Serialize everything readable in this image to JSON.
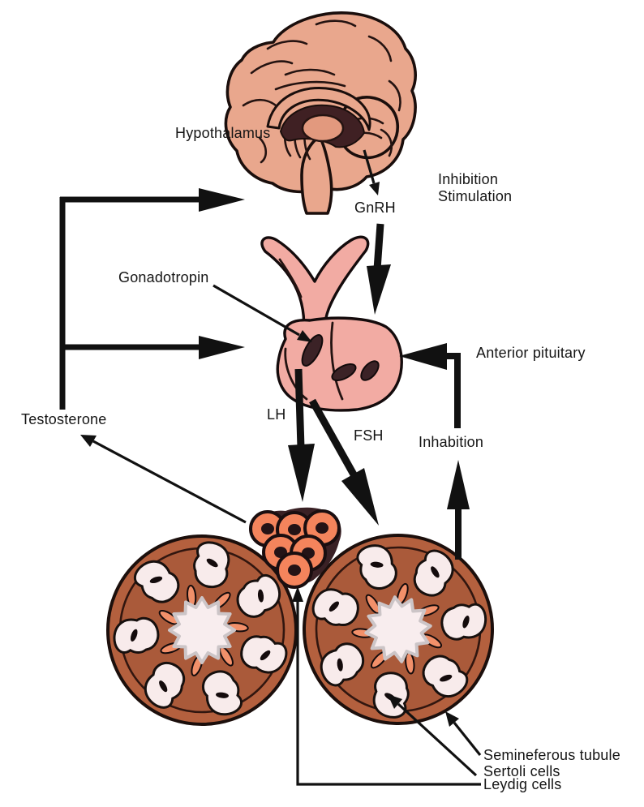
{
  "diagram": {
    "subject": "hypothalamic-pituitary-testis-axis"
  },
  "labels": {
    "hypothalamus": "Hypothalamus",
    "inhibition": "Inhibition",
    "stimulation": "Stimulation",
    "gnrh": "GnRH",
    "gonadotropin": "Gonadotropin",
    "anterior_pituitary": "Anterior pituitary",
    "lh": "LH",
    "fsh": "FSH",
    "inhabition": "Inhabition",
    "testosterone": "Testosterone",
    "semineferous_tubule": "Semineferous tubule",
    "sertoli_cells": "Sertoli cells",
    "leydig_cells": "Leydig cells"
  },
  "colors": {
    "background": "#ffffff",
    "brain_fill": "#e9a78d",
    "pituitary_fill": "#f2aba3",
    "testis_outer": "#b4603e",
    "testis_inner": "#aa5a3a",
    "lobule_fill": "#f8ebeb",
    "sliver_fill": "#f2906a",
    "center_fill": "#f8edee",
    "cell_fill": "#f4845c",
    "cell_nucleus": "#241316",
    "arrow": "#111111"
  }
}
